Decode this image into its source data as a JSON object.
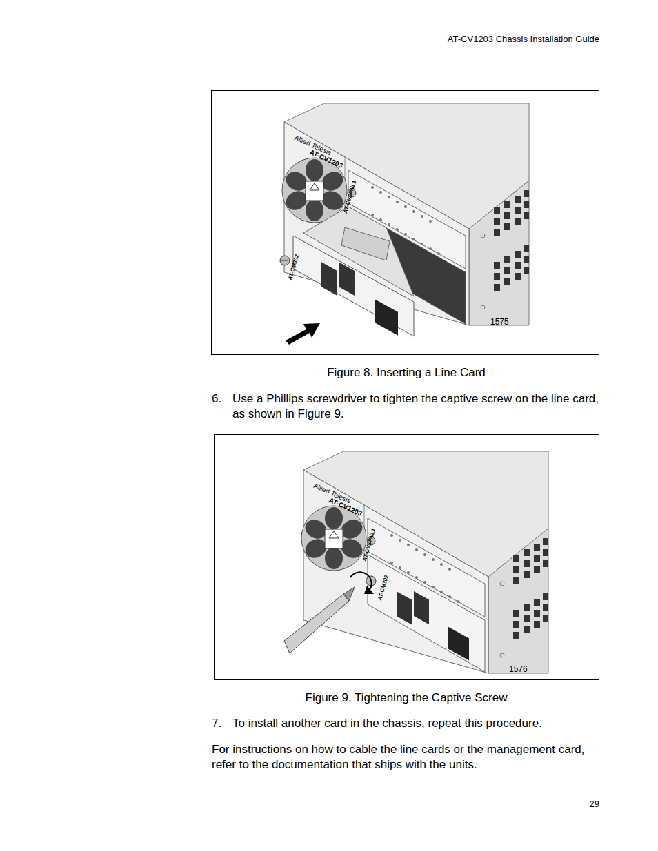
{
  "diagram": {
    "nodes": [
      {
        "text": [
          "1575"
        ]
      },
      {
        "text": [
          "1576"
        ]
      }
    ],
    "labels": [
      "AT-CV1203 Chassis Installation Guide",
      "Allied Telesis",
      "AT-CV1203",
      "AT-CVSPNL1",
      "AT-CM302",
      "Figure 8. Inserting a Line Card",
      "6.",
      "Use a Phillips screwdriver to tighten the captive screw on the line card, as shown in Figure 9.",
      "Allied Telesis",
      "AT-CV1203",
      "AT-CVSPNL1",
      "AT-CM302",
      "Figure 9. Tightening the Captive Screw",
      "7.",
      "To install another card in the chassis, repeat this procedure.",
      "For instructions on how to cable the line cards or the management card, refer to the documentation that ships with the units.",
      "29"
    ]
  }
}
